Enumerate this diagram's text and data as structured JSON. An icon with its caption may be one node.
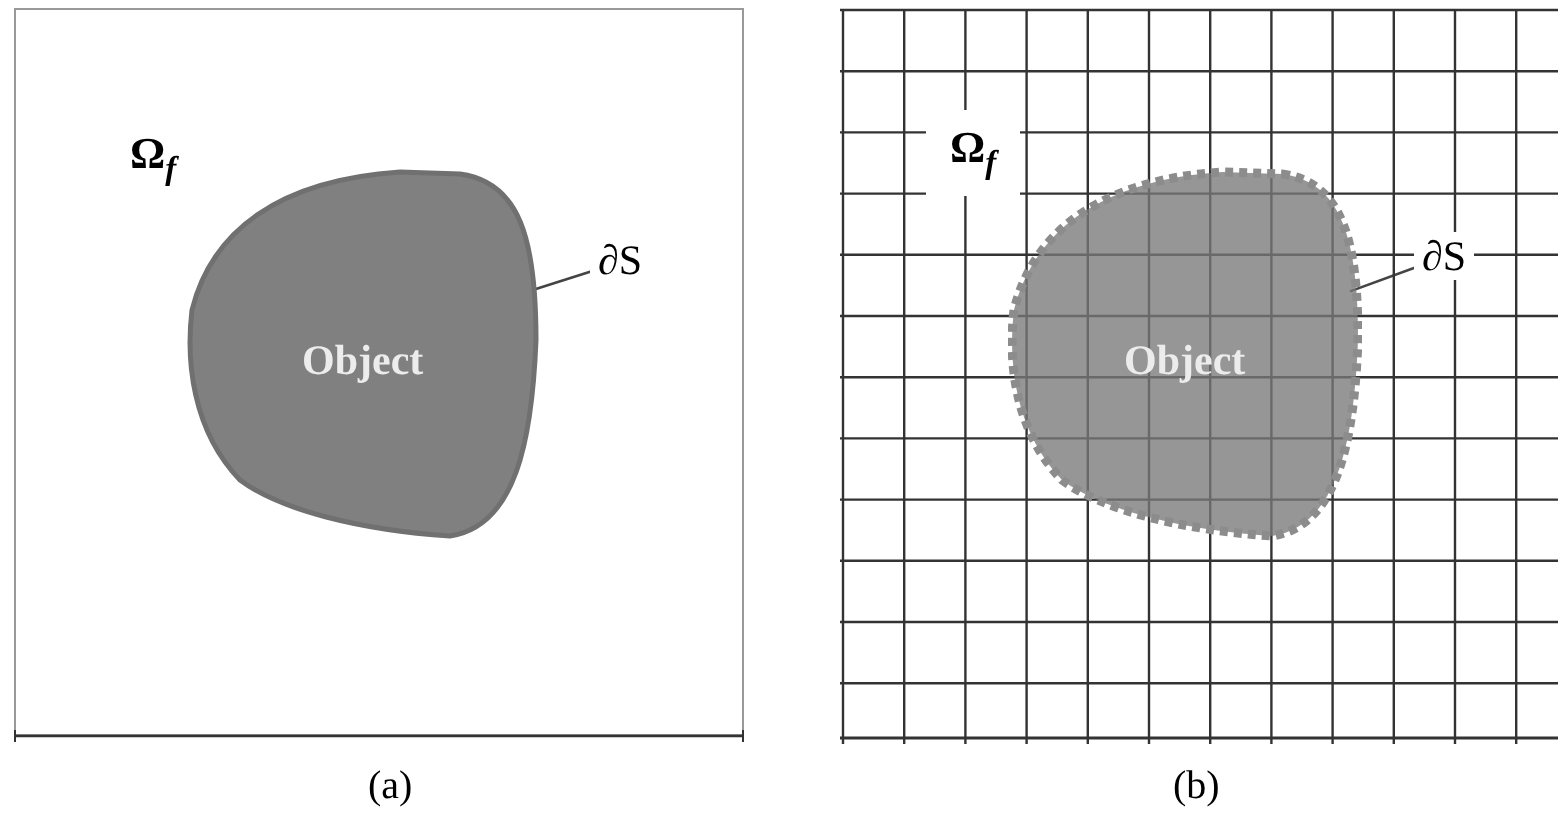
{
  "diagram": {
    "nodes": [
      {
        "text": [
          "Ω$_{f}$"
        ],
        "beside": [
          "(a)"
        ]
      },
      {
        "text": [
          "Object"
        ],
        "in": 0
      },
      {
        "text": [
          "∂S"
        ],
        "in": 0
      },
      {
        "text": [
          "Ω$_{f}$"
        ],
        "beside": [
          "(b)"
        ]
      },
      {
        "text": [
          "Object"
        ],
        "in": 3
      },
      {
        "text": [
          "∂S"
        ],
        "in": 3
      }
    ],
    "edges": [
      {
        "from": 2,
        "to": 1,
        "arrow": "none"
      },
      {
        "from": 5,
        "to": 4,
        "arrow": "none"
      }
    ]
  }
}
